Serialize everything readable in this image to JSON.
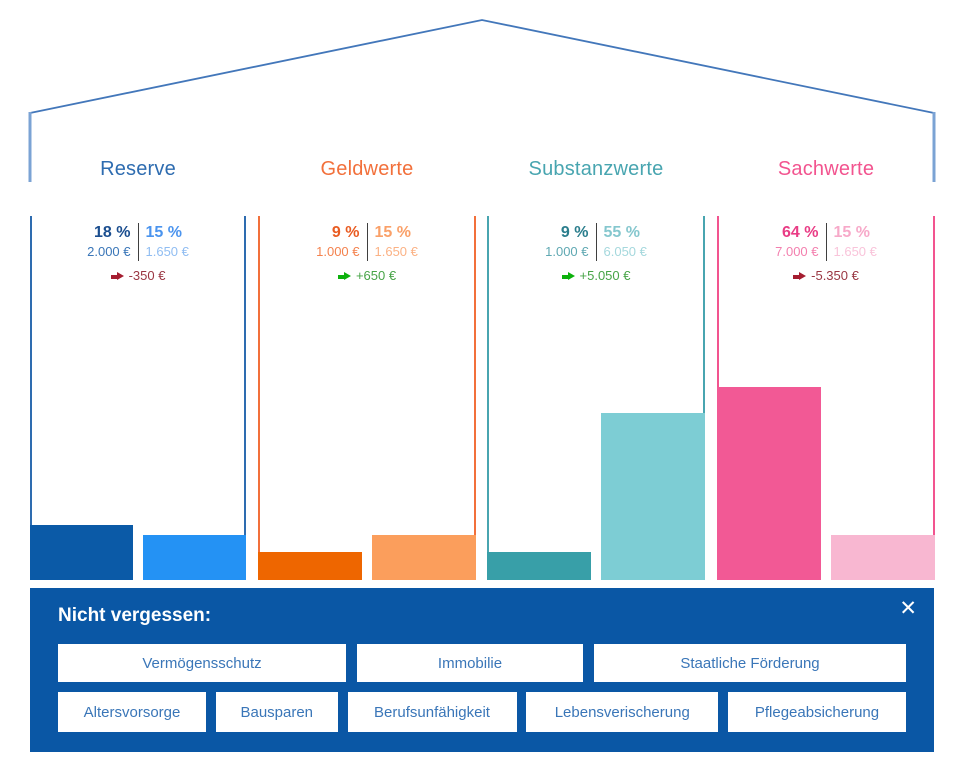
{
  "house": {
    "roof_color": "#4377ba",
    "wall_color": "#7ba3d4"
  },
  "status": {
    "divider": "#3f3f3f",
    "neg_arrow": "#a51d30",
    "neg_text": "#9a3743",
    "pos_arrow": "#0db10d",
    "pos_text": "#47a447"
  },
  "columns": [
    {
      "label": "Reserve",
      "pct_left": "18 %",
      "pct_right": "15 %",
      "eur_left": "2.000 €",
      "eur_right": "1.650 €",
      "delta": "-350 €",
      "delta_sign": "neg",
      "bar_values": [
        2000,
        1650
      ],
      "colors": {
        "accent": "#2e6cb0",
        "pct_left": "#1b4e8f",
        "pct_right": "#4b94ee",
        "eur_left": "#3a76b8",
        "eur_right": "#90bdf2",
        "bar_left": "#0b5aa7",
        "bar_right": "#2492f4"
      }
    },
    {
      "label": "Geldwerte",
      "pct_left": "9 %",
      "pct_right": "15 %",
      "eur_left": "1.000 €",
      "eur_right": "1.650 €",
      "delta": "+650 €",
      "delta_sign": "pos",
      "bar_values": [
        1000,
        1650
      ],
      "colors": {
        "accent": "#f2703b",
        "pct_left": "#e95c22",
        "pct_right": "#faa068",
        "eur_left": "#f4824e",
        "eur_right": "#fbb285",
        "bar_left": "#ee6600",
        "bar_right": "#fb9e5c"
      }
    },
    {
      "label": "Substanzwerte",
      "pct_left": "9 %",
      "pct_right": "55 %",
      "eur_left": "1.000 €",
      "eur_right": "6.050 €",
      "delta": "+5.050 €",
      "delta_sign": "pos",
      "bar_values": [
        1000,
        6050
      ],
      "colors": {
        "accent": "#48a5b0",
        "pct_left": "#2b7e8d",
        "pct_right": "#85c7ce",
        "eur_left": "#5fa8b2",
        "eur_right": "#a5d8dd",
        "bar_left": "#389fa8",
        "bar_right": "#7dcdd4"
      }
    },
    {
      "label": "Sachwerte",
      "pct_left": "64 %",
      "pct_right": "15 %",
      "eur_left": "7.000 €",
      "eur_right": "1.650 €",
      "delta": "-5.350 €",
      "delta_sign": "neg",
      "bar_values": [
        7000,
        1650
      ],
      "colors": {
        "accent": "#f2548f",
        "pct_left": "#e93c85",
        "pct_right": "#f7a9c9",
        "eur_left": "#f37fae",
        "eur_right": "#f9c4da",
        "bar_left": "#f25995",
        "bar_right": "#f8b7d1"
      }
    }
  ],
  "panel": {
    "title": "Nicht vergessen:",
    "close_icon": "✕",
    "bg": "#0a57a5",
    "button_text_color": "#3a76b8",
    "rows": [
      [
        "Vermögensschutz",
        "Immobilie",
        "Staatliche Förderung"
      ],
      [
        "Altersvorsorge",
        "Bausparen",
        "Berufsunfähigkeit",
        "Lebensverischerung",
        "Pflegeabsicherung"
      ]
    ]
  },
  "chart_data": {
    "type": "bar",
    "title": "",
    "categories": [
      "Reserve",
      "Geldwerte",
      "Substanzwerte",
      "Sachwerte"
    ],
    "series": [
      {
        "name": "left",
        "values": [
          2000,
          1000,
          1000,
          7000
        ],
        "percents": [
          18,
          9,
          9,
          64
        ]
      },
      {
        "name": "right",
        "values": [
          1650,
          1650,
          6050,
          1650
        ],
        "percents": [
          15,
          15,
          55,
          15
        ]
      }
    ],
    "deltas": [
      -350,
      650,
      5050,
      -5350
    ],
    "unit": "€",
    "xlabel": "",
    "ylabel": "",
    "ylim": [
      0,
      7000
    ],
    "grid": false,
    "legend": "none"
  }
}
